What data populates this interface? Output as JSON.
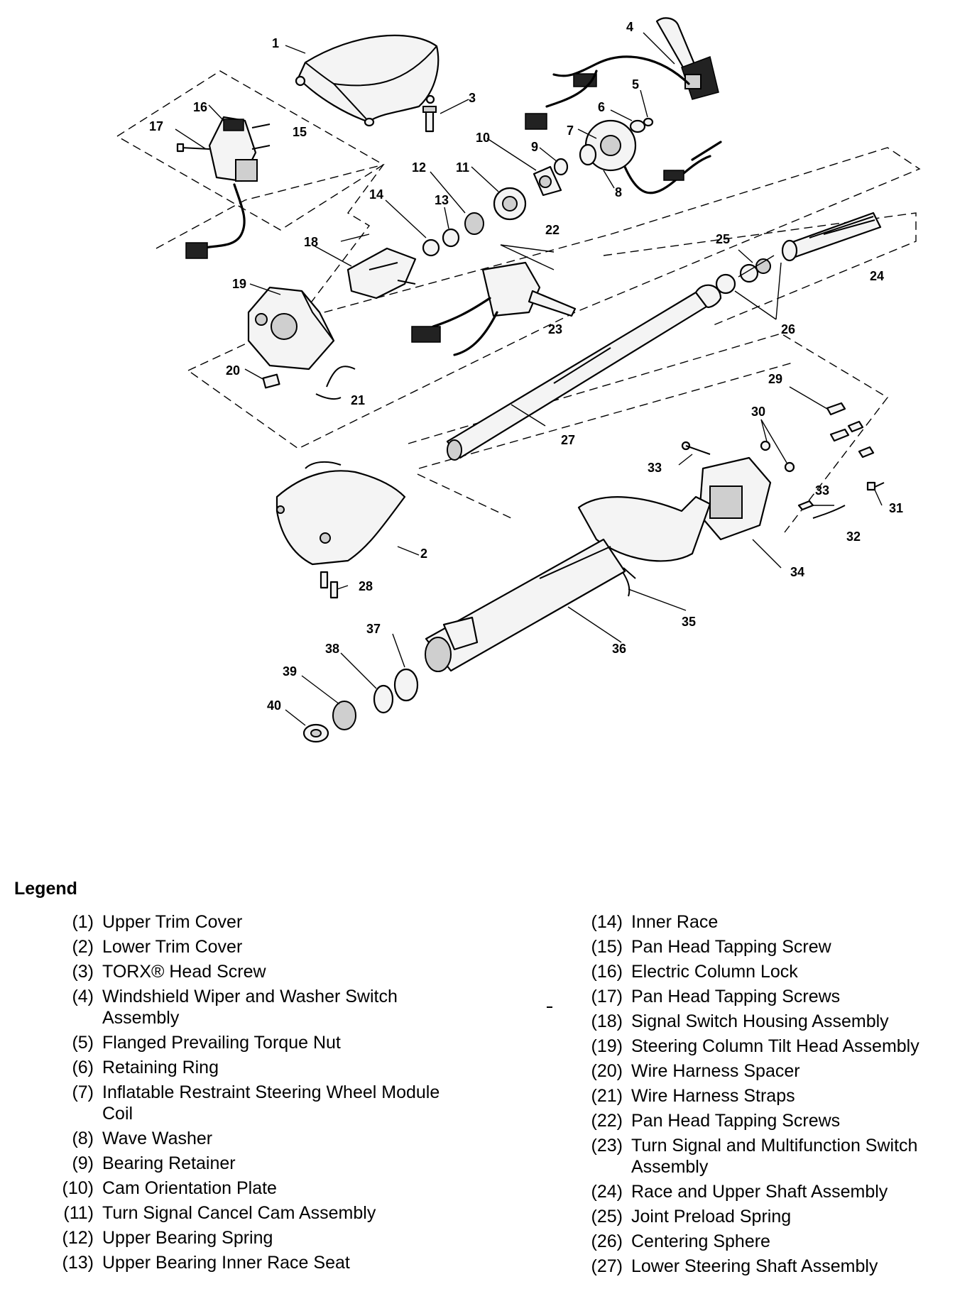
{
  "diagram": {
    "callouts": [
      "1",
      "2",
      "3",
      "4",
      "5",
      "6",
      "7",
      "8",
      "9",
      "10",
      "11",
      "12",
      "13",
      "14",
      "15",
      "16",
      "17",
      "18",
      "19",
      "20",
      "21",
      "22",
      "23",
      "24",
      "25",
      "26",
      "27",
      "28",
      "29",
      "30",
      "31",
      "32",
      "33",
      "33",
      "34",
      "35",
      "36",
      "37",
      "38",
      "39",
      "40"
    ]
  },
  "legend": {
    "title": "Legend",
    "left": [
      {
        "num": "(1)",
        "label": "Upper Trim Cover"
      },
      {
        "num": "(2)",
        "label": "Lower Trim Cover"
      },
      {
        "num": "(3)",
        "label": "TORX® Head Screw"
      },
      {
        "num": "(4)",
        "label": "Windshield Wiper and Washer Switch Assembly"
      },
      {
        "num": "(5)",
        "label": "Flanged Prevailing Torque Nut"
      },
      {
        "num": "(6)",
        "label": "Retaining Ring"
      },
      {
        "num": "(7)",
        "label": "Inflatable Restraint Steering Wheel Module Coil"
      },
      {
        "num": "(8)",
        "label": "Wave Washer"
      },
      {
        "num": "(9)",
        "label": "Bearing Retainer"
      },
      {
        "num": "(10)",
        "label": "Cam Orientation Plate"
      },
      {
        "num": "(11)",
        "label": "Turn Signal Cancel Cam Assembly"
      },
      {
        "num": "(12)",
        "label": "Upper Bearing Spring"
      },
      {
        "num": "(13)",
        "label": "Upper Bearing Inner Race Seat"
      }
    ],
    "right": [
      {
        "num": "(14)",
        "label": "Inner Race"
      },
      {
        "num": "(15)",
        "label": "Pan Head Tapping Screw"
      },
      {
        "num": "(16)",
        "label": "Electric Column Lock"
      },
      {
        "num": "(17)",
        "label": "Pan Head Tapping Screws"
      },
      {
        "num": "(18)",
        "label": "Signal Switch Housing Assembly"
      },
      {
        "num": "(19)",
        "label": "Steering Column Tilt Head Assembly"
      },
      {
        "num": "(20)",
        "label": "Wire Harness Spacer"
      },
      {
        "num": "(21)",
        "label": "Wire Harness Straps"
      },
      {
        "num": "(22)",
        "label": "Pan Head Tapping Screws"
      },
      {
        "num": "(23)",
        "label": "Turn Signal and Multifunction Switch Assembly"
      },
      {
        "num": "(24)",
        "label": "Race and Upper Shaft Assembly"
      },
      {
        "num": "(25)",
        "label": "Joint Preload Spring"
      },
      {
        "num": "(26)",
        "label": "Centering Sphere"
      },
      {
        "num": "(27)",
        "label": "Lower Steering Shaft Assembly"
      }
    ]
  }
}
